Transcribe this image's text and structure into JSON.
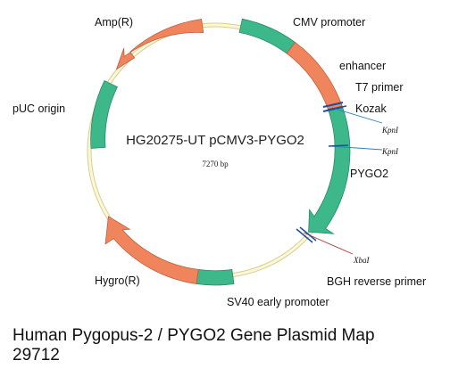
{
  "plasmid": {
    "name": "HG20275-UT pCMV3-PYGO2",
    "size": "7270 bp"
  },
  "features": {
    "cmv_promoter": "CMV promoter",
    "enhancer": "enhancer",
    "t7_primer": "T7 primer",
    "kozak": "Kozak",
    "pygo2": "PYGO2",
    "bgh_reverse_primer": "BGH reverse primer",
    "sv40_early_promoter": "SV40 early promoter",
    "hygro": "Hygro(R)",
    "puc_origin": "pUC origin",
    "amp": "Amp(R)"
  },
  "restriction_sites": {
    "kpni_1": "KpnI",
    "kpni_2": "KpnI",
    "xbai": "XbaI"
  },
  "caption": {
    "line1": "Human Pygopus-2 / PYGO2 Gene Plasmid Map",
    "line2": "29712"
  },
  "colors": {
    "green_feature": "#3cb88a",
    "orange_feature": "#f0845c",
    "backbone": "#e8e0a0",
    "marker_blue": "#1f4e9c",
    "site_line_blue": "#2a7fc0",
    "site_line_red": "#b03a3a"
  }
}
